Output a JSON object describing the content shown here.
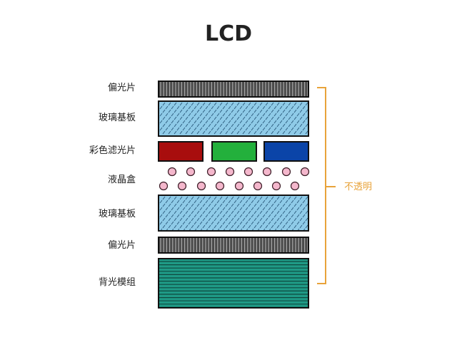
{
  "title": "LCD",
  "layers": [
    {
      "id": "polarizer-top",
      "label": "偏光片",
      "kind": "polarizer"
    },
    {
      "id": "glass-top",
      "label": "玻璃基板",
      "kind": "glass"
    },
    {
      "id": "color-filter",
      "label": "彩色滤光片",
      "kind": "color-filter"
    },
    {
      "id": "liquid-crystal",
      "label": "液晶盒",
      "kind": "liquid-crystal"
    },
    {
      "id": "glass-bottom",
      "label": "玻璃基板",
      "kind": "glass"
    },
    {
      "id": "polarizer-bottom",
      "label": "偏光片",
      "kind": "polarizer"
    },
    {
      "id": "backlight",
      "label": "背光模组",
      "kind": "backlight"
    }
  ],
  "bracket": {
    "label": "不透明"
  },
  "colors": {
    "polarizer_fill": "#4a4a4a",
    "polarizer_stripe": "#a8a8a8",
    "glass_fill": "#8fcbe8",
    "glass_dash": "#2f5f80",
    "filter_red": "#a80d0d",
    "filter_green": "#23b03c",
    "filter_blue": "#0b44a8",
    "crystal_fill": "#f4b7cc",
    "crystal_stroke": "#3a1a24",
    "backlight_fill": "#1f9a86",
    "backlight_line": "#0f4a40",
    "bracket": "#e8a33a",
    "outline": "#111111"
  }
}
